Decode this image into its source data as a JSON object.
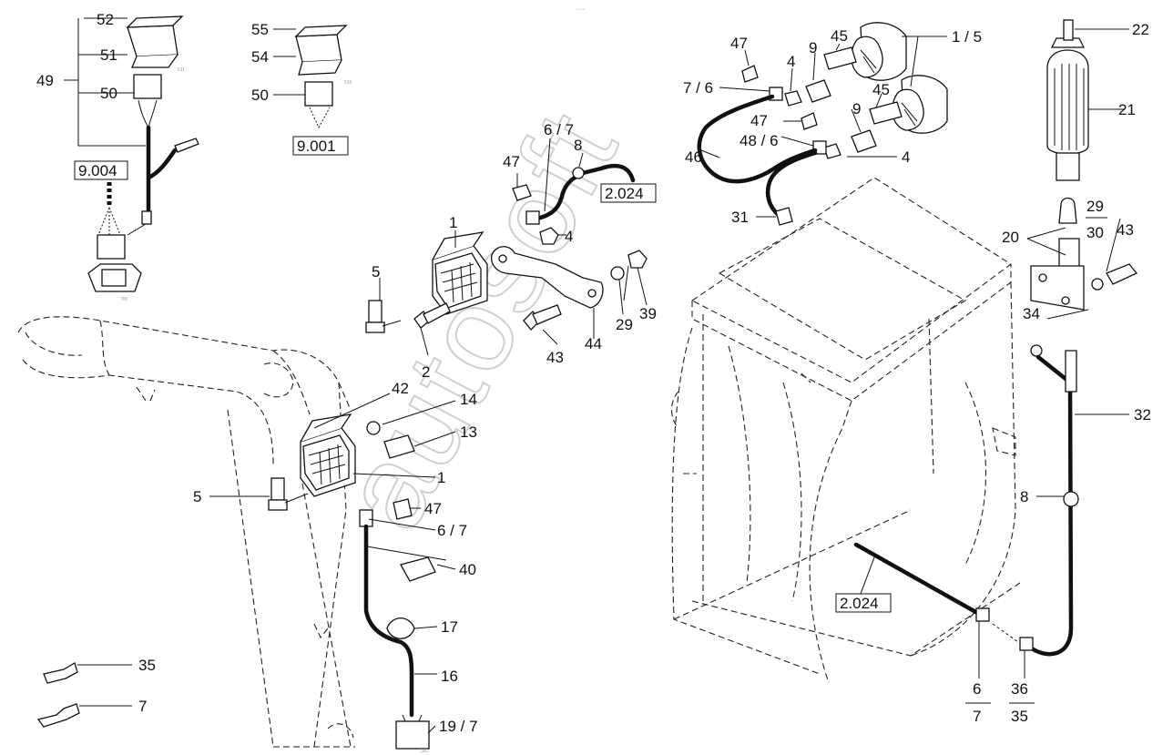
{
  "watermark": "autosoft",
  "header_mark": "▫▫ ▫▫▫",
  "callouts": {
    "c52": "52",
    "c51": "51",
    "c49": "49",
    "c50a": "50",
    "c55": "55",
    "c54": "54",
    "c50b": "50",
    "c47a": "47",
    "c7_6": "7 / 6",
    "c4a": "4",
    "c9a": "9",
    "c45a": "45",
    "c1_5": "1 / 5",
    "c22": "22",
    "c21": "21",
    "c6_7a": "6 / 7",
    "c8a": "8",
    "c47b": "47",
    "c47c": "47",
    "c48_6": "48 / 6",
    "c9b": "9",
    "c45b": "45",
    "c4b": "4",
    "c46": "46",
    "c1a": "1",
    "c4c": "4",
    "c31": "31",
    "c5a": "5",
    "c2": "2",
    "c43a": "43",
    "c29a": "29",
    "c39": "39",
    "c44": "44",
    "c29b": "29",
    "c30": "30",
    "c20": "20",
    "c43b": "43",
    "c34": "34",
    "c32": "32",
    "c42": "42",
    "c14": "14",
    "c13": "13",
    "c1b": "1",
    "c5b": "5",
    "c47d": "47",
    "c6_7b": "6 / 7",
    "c40": "40",
    "c17": "17",
    "c16": "16",
    "c19_7": "19 / 7",
    "c8b": "8",
    "c6": "6",
    "c7b": "7",
    "c36": "36",
    "c35b": "35",
    "c35a": "35",
    "c7a": "7"
  },
  "refs": {
    "r9004": "9.004",
    "r9001": "9.001",
    "r2024a": "2.024",
    "r2024b": "2.024"
  },
  "part_marks": {
    "m511": "511",
    "m515": "515",
    "m765": "765",
    "m381": "381"
  }
}
